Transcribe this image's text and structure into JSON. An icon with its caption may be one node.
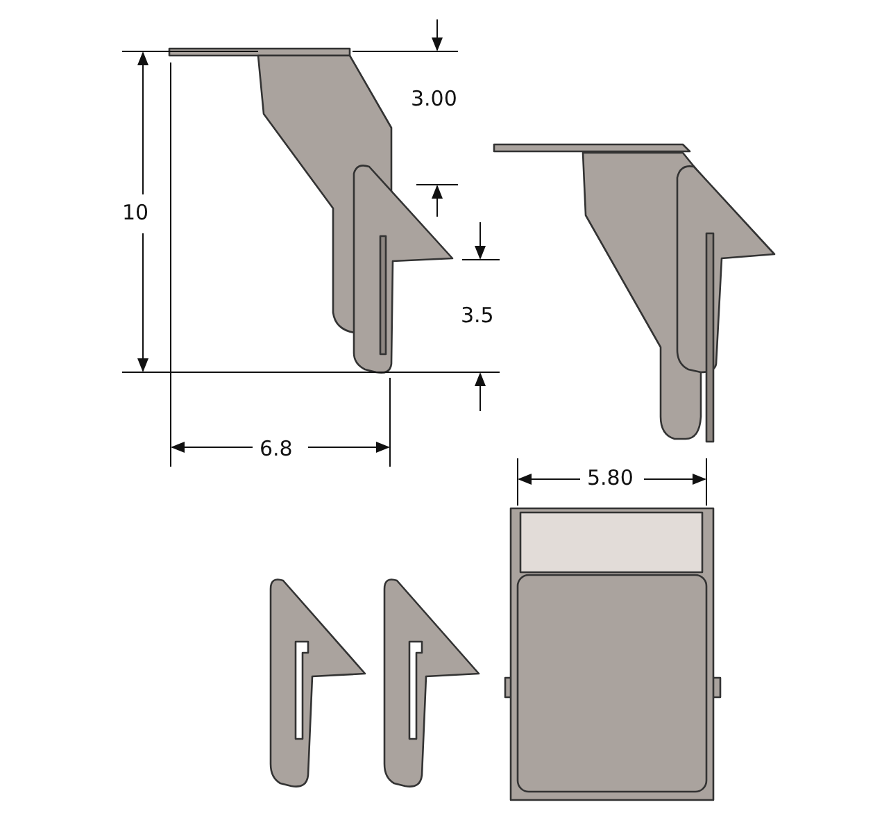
{
  "diagram": {
    "labels": [
      "3.00",
      "10",
      "3.5",
      "6.8",
      "5.80"
    ]
  }
}
